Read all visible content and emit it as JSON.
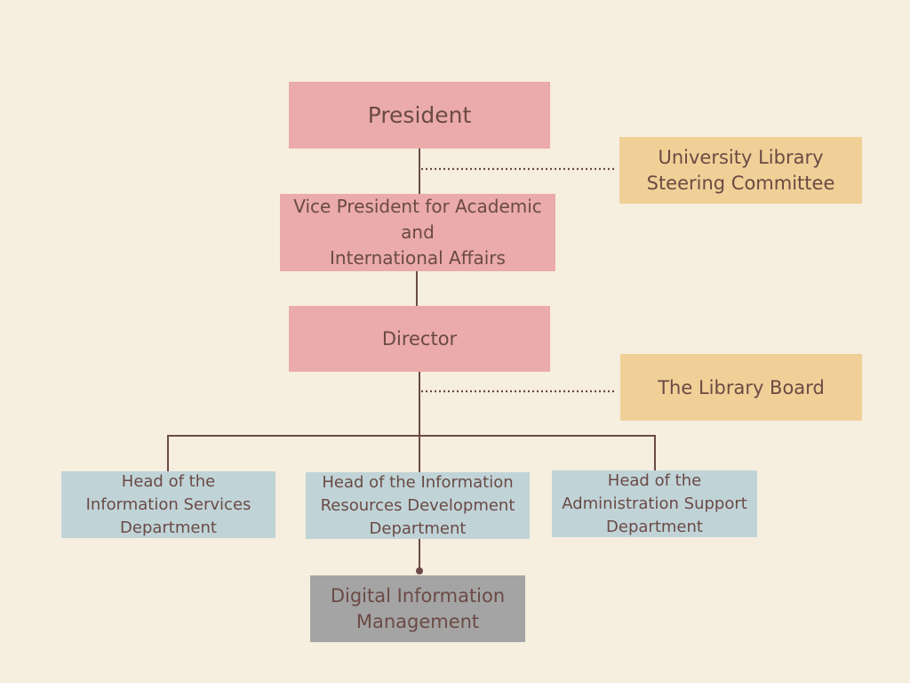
{
  "nodes": {
    "president": "President",
    "vice_president": "Vice President for Academic\nand\nInternational Affairs",
    "director": "Director",
    "steering_committee": "University Library\nSteering Committee",
    "library_board": "The Library Board",
    "head_information_services": "Head of the\nInformation Services\nDepartment",
    "head_information_resources": "Head of the Information\nResources Development\nDepartment",
    "head_administration_support": "Head of the\nAdministration Support\nDepartment",
    "digital_information_management": "Digital Information\nManagement"
  },
  "colors": {
    "background": "#f6eedf",
    "executive": "#eaabaa",
    "advisory": "#f0d097",
    "department": "#c0d4d8",
    "unit": "#a4a4a4",
    "line": "#6b4a45",
    "text": "#6b4a45"
  }
}
